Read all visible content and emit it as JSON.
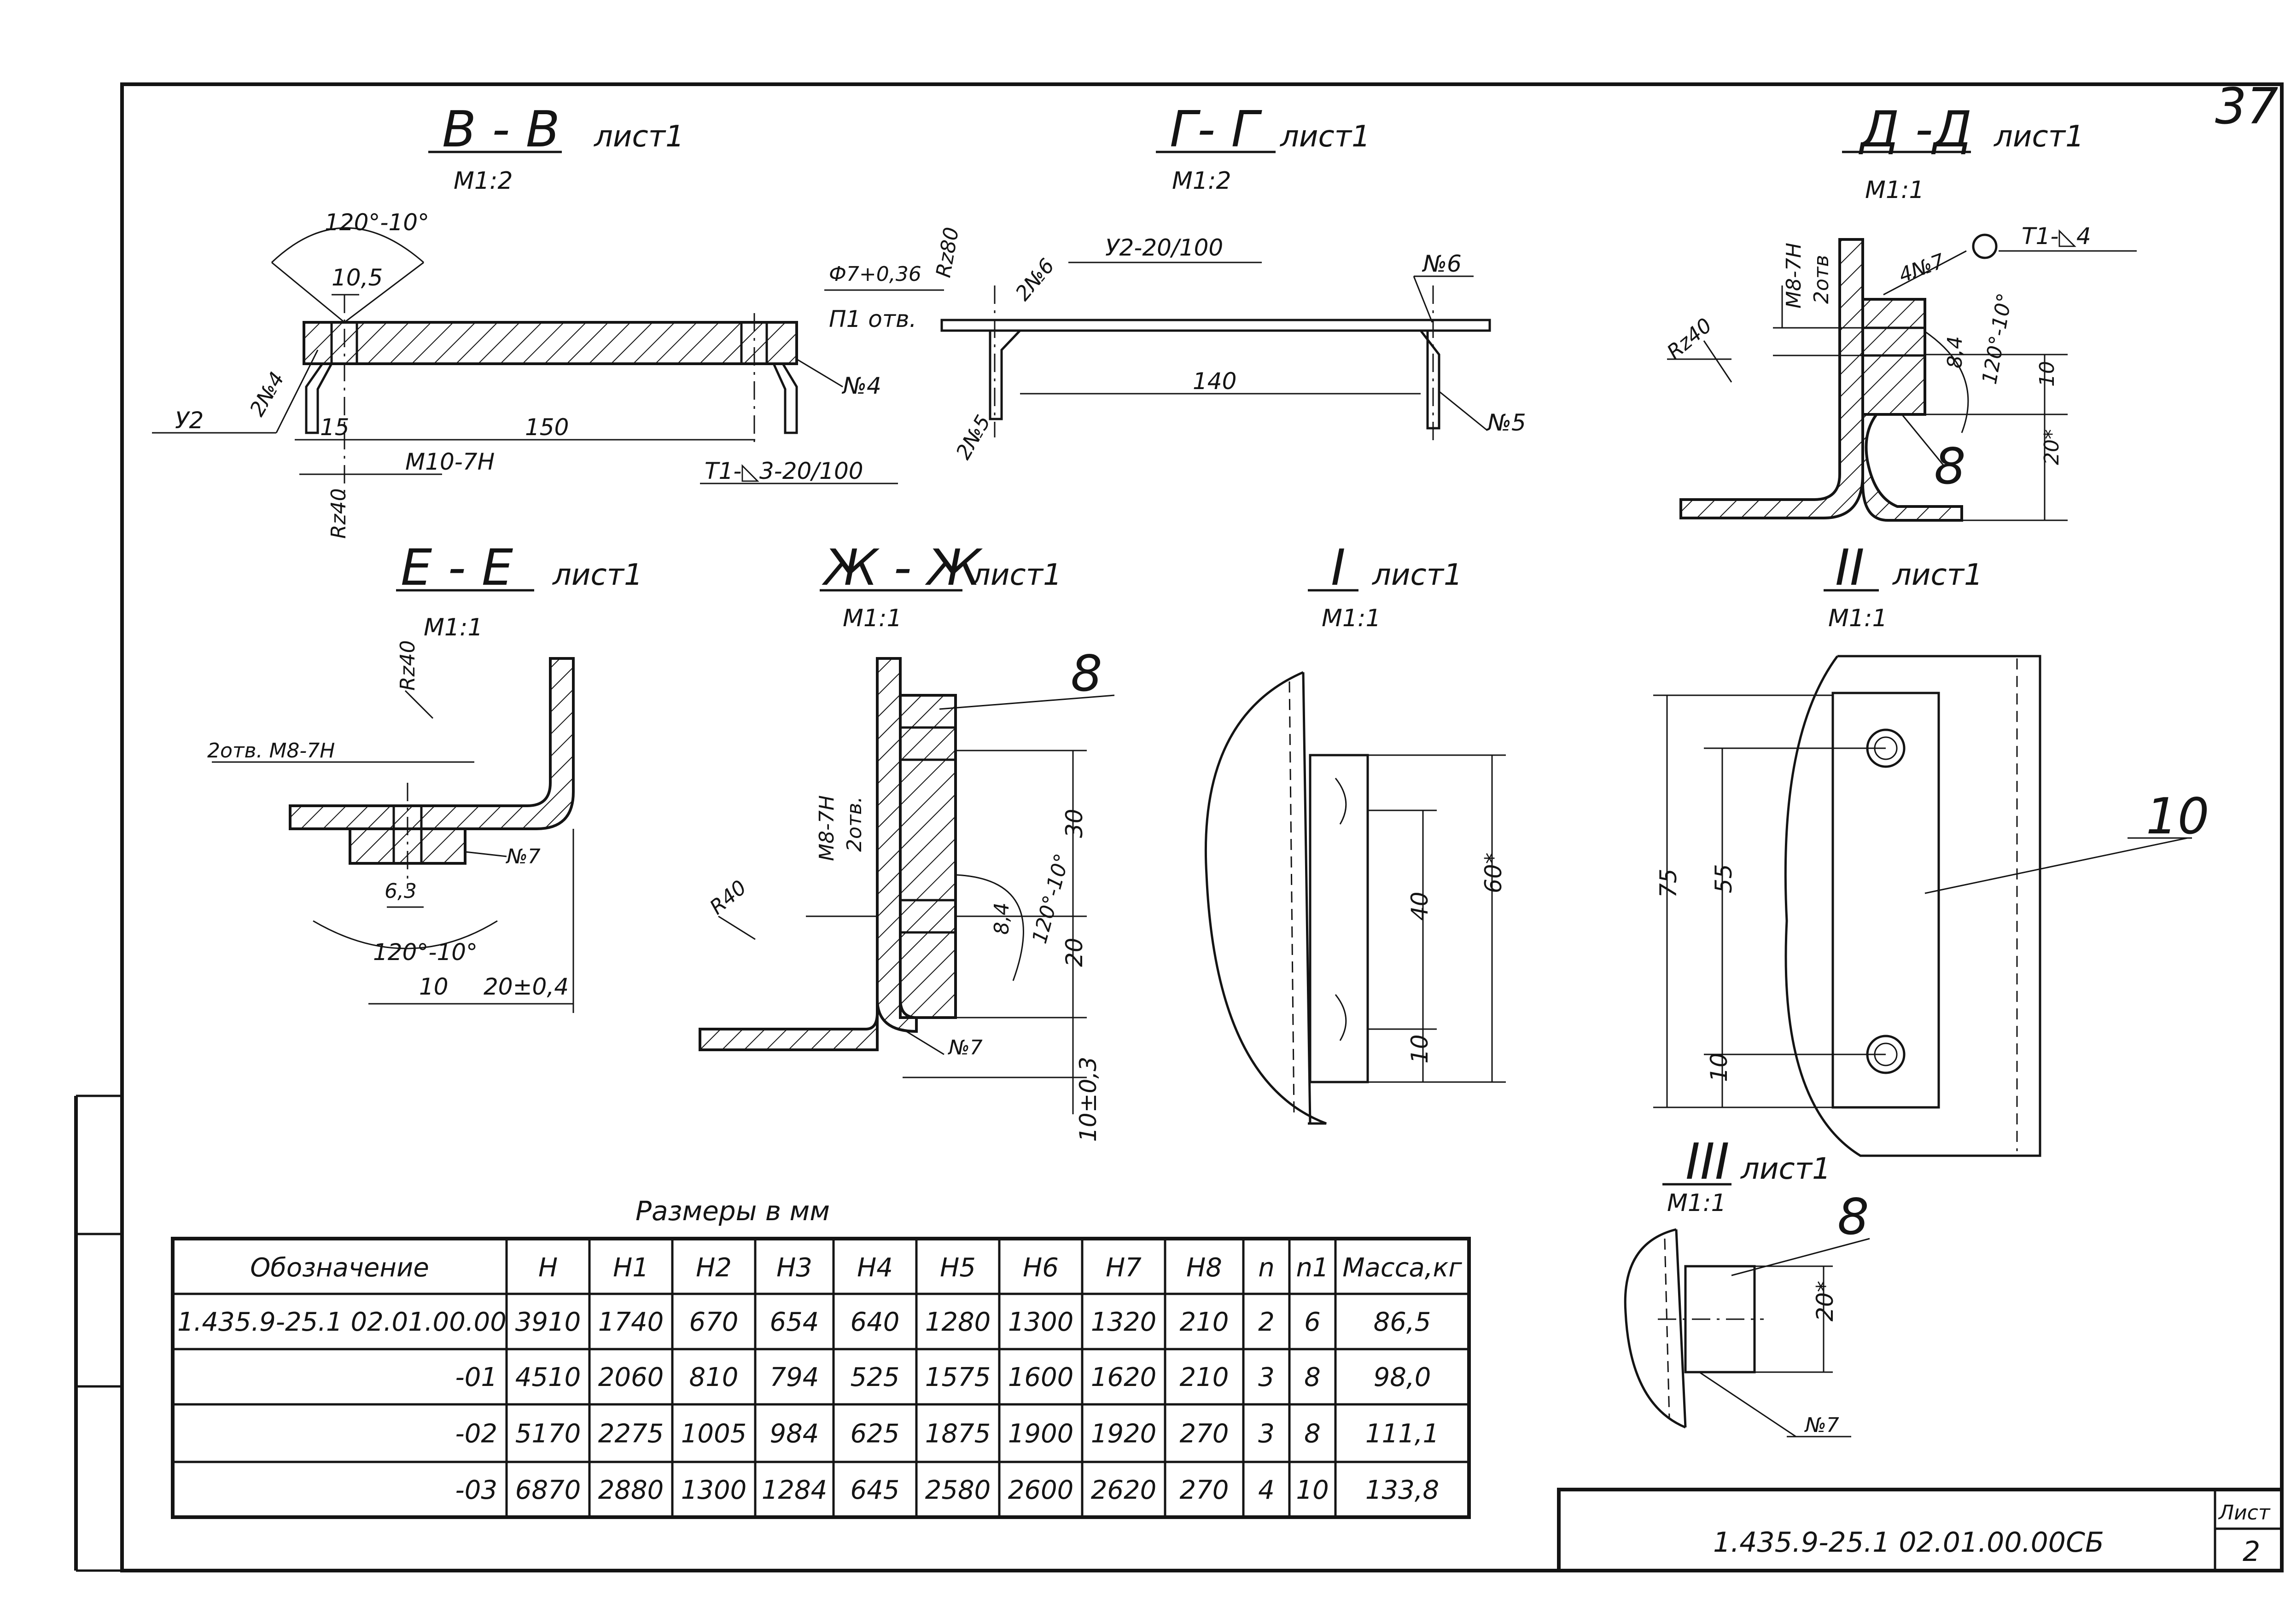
{
  "page_number": "37",
  "views": {
    "bb": {
      "title": "В - В",
      "sheet": "лист1",
      "scale": "М1:2",
      "angle": "120°-10°",
      "d105": "10,5",
      "d15": "15",
      "d150": "150",
      "thread": "М10-7Н",
      "rz": "Rz40",
      "weld_left": "У2",
      "pos_2n4": "2№4",
      "pos_n4": "№4",
      "weld_bottom": "Т1-◺3-20/100"
    },
    "gg": {
      "title": "Г- Г",
      "sheet": "лист1",
      "scale": "М1:2",
      "hole": "Ф7+0,36",
      "rz": "Rz80",
      "holes": "П1 отв.",
      "pos_2n6": "2№6",
      "weld_top": "У2-20/100",
      "pos_n6": "№6",
      "d140": "140",
      "pos_2n5": "2№5",
      "pos_n5": "№5"
    },
    "dd": {
      "title": "Д -Д",
      "sheet": "лист1",
      "scale": "М1:1",
      "thread": "М8-7Н",
      "holes": "2отв",
      "pos_4n7": "4№7",
      "weld": "Т1-◺4",
      "rz": "Rz40",
      "d84": "8,4",
      "angle": "120°-10°",
      "d10": "10",
      "d20": "20*",
      "pos_8": "8"
    },
    "ee": {
      "title": "Е - Е",
      "sheet": "лист1",
      "scale": "М1:1",
      "rz": "Rz40",
      "holes": "2отв. М8-7Н",
      "pos_n7": "№7",
      "d63": "6,3",
      "angle": "120°-10°",
      "d10": "10",
      "d20": "20±0,4"
    },
    "zh": {
      "title": "Ж - Ж",
      "sheet": "лист1",
      "scale": "М1:1",
      "pos_8": "8",
      "thread": "М8-7Н",
      "holes": "2отв.",
      "rz": "R40",
      "d84": "8,4",
      "angle": "120°-10°",
      "d30": "30",
      "d20": "20",
      "pos_n7": "№7",
      "d10": "10±0,3"
    },
    "v1": {
      "title": "I",
      "sheet": "лист1",
      "scale": "М1:1",
      "d40": "40",
      "d60": "60*",
      "d10": "10"
    },
    "v2": {
      "title": "II",
      "sheet": "лист1",
      "scale": "М1:1",
      "d75": "75",
      "d55": "55",
      "d10": "10",
      "pos_10": "10"
    },
    "v3": {
      "title": "III",
      "sheet": "лист1",
      "scale": "М1:1",
      "pos_8": "8",
      "d20": "20*",
      "pos_n7": "№7"
    }
  },
  "table": {
    "caption": "Размеры в мм",
    "headers": [
      "Обозначение",
      "Н",
      "Н1",
      "Н2",
      "Н3",
      "Н4",
      "Н5",
      "Н6",
      "Н7",
      "Н8",
      "n",
      "n1",
      "Масса,кг"
    ],
    "rows": [
      [
        "1.435.9-25.1 02.01.00.00",
        "3910",
        "1740",
        "670",
        "654",
        "640",
        "1280",
        "1300",
        "1320",
        "210",
        "2",
        "6",
        "86,5"
      ],
      [
        "-01",
        "4510",
        "2060",
        "810",
        "794",
        "525",
        "1575",
        "1600",
        "1620",
        "210",
        "3",
        "8",
        "98,0"
      ],
      [
        "-02",
        "5170",
        "2275",
        "1005",
        "984",
        "625",
        "1875",
        "1900",
        "1920",
        "270",
        "3",
        "8",
        "111,1"
      ],
      [
        "-03",
        "6870",
        "2880",
        "1300",
        "1284",
        "645",
        "2580",
        "2600",
        "2620",
        "270",
        "4",
        "10",
        "133,8"
      ]
    ]
  },
  "title_block": {
    "designation": "1.435.9-25.1 02.01.00.00СБ",
    "sheet_label": "Лист",
    "sheet_number": "2"
  }
}
